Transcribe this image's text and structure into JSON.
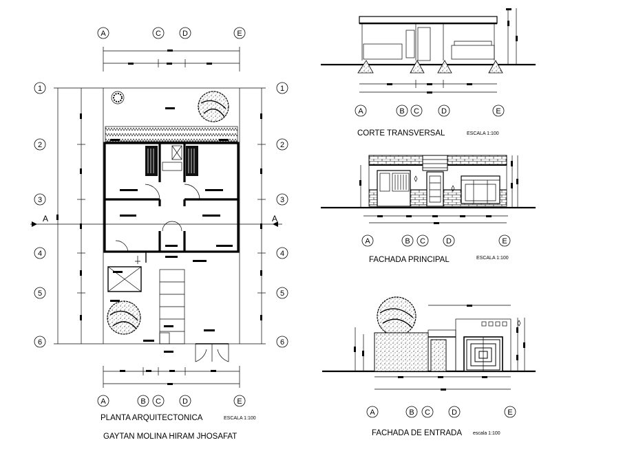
{
  "drawing": {
    "plan": {
      "title": "PLANTA ARQUITECTONICA",
      "scale": "ESCALA 1:100",
      "top_axes": [
        "A",
        "C",
        "D",
        "E"
      ],
      "bottom_axes": [
        "A",
        "B",
        "C",
        "D",
        "E"
      ],
      "side_axes": [
        "1",
        "2",
        "3",
        "4",
        "5",
        "6"
      ],
      "section_marks": [
        "A",
        "A"
      ]
    },
    "section": {
      "title": "CORTE TRANSVERSAL",
      "scale": "ESCALA 1:100",
      "axes": [
        "A",
        "B",
        "C",
        "D",
        "E"
      ]
    },
    "main_facade": {
      "title": "FACHADA PRINCIPAL",
      "scale": "ESCALA 1:100",
      "axes": [
        "A",
        "B",
        "C",
        "D",
        "E"
      ]
    },
    "entry_facade": {
      "title": "FACHADA DE ENTRADA",
      "scale": "escala 1:100",
      "axes": [
        "A",
        "B",
        "C",
        "D",
        "E"
      ]
    },
    "author": "GAYTAN MOLINA HIRAM JHOSAFAT"
  }
}
